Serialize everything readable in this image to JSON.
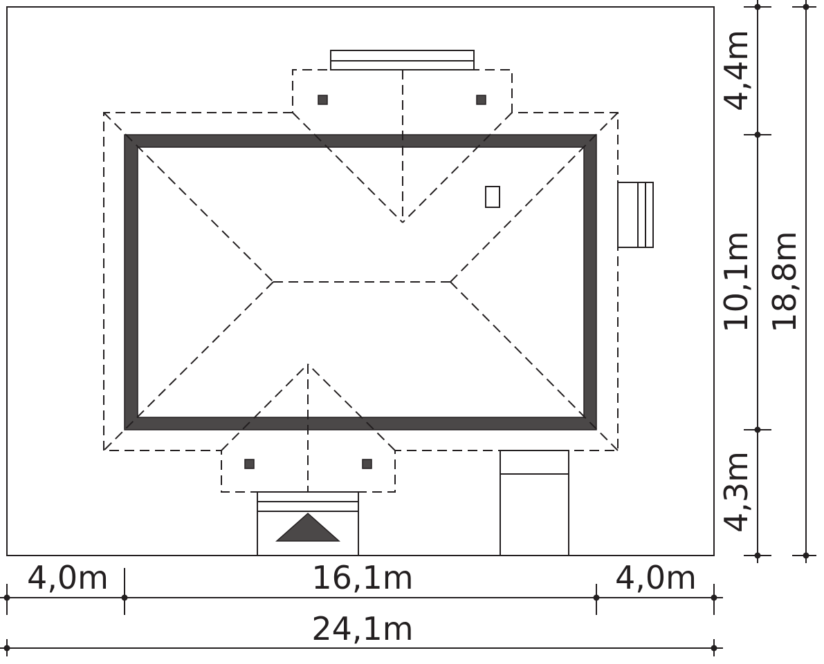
{
  "dimensions": {
    "bottom_row": [
      "4,0m",
      "16,1m",
      "4,0m"
    ],
    "bottom_total": "24,1m",
    "right_column": [
      "4,4m",
      "10,1m",
      "4,3m"
    ],
    "right_total": "18,8m"
  },
  "colors": {
    "wall": "#4b4848",
    "line": "#231f20"
  }
}
